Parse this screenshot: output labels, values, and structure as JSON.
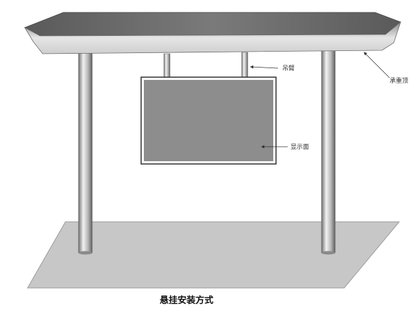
{
  "labels": {
    "hanger": "吊臂",
    "roof": "承重顶",
    "screen": "显示面"
  },
  "caption": "悬挂安装方式",
  "colors": {
    "ground": "#c7c7c7",
    "screen_fill": "#8d8d8d",
    "roof_top": "#6b6b6b"
  }
}
